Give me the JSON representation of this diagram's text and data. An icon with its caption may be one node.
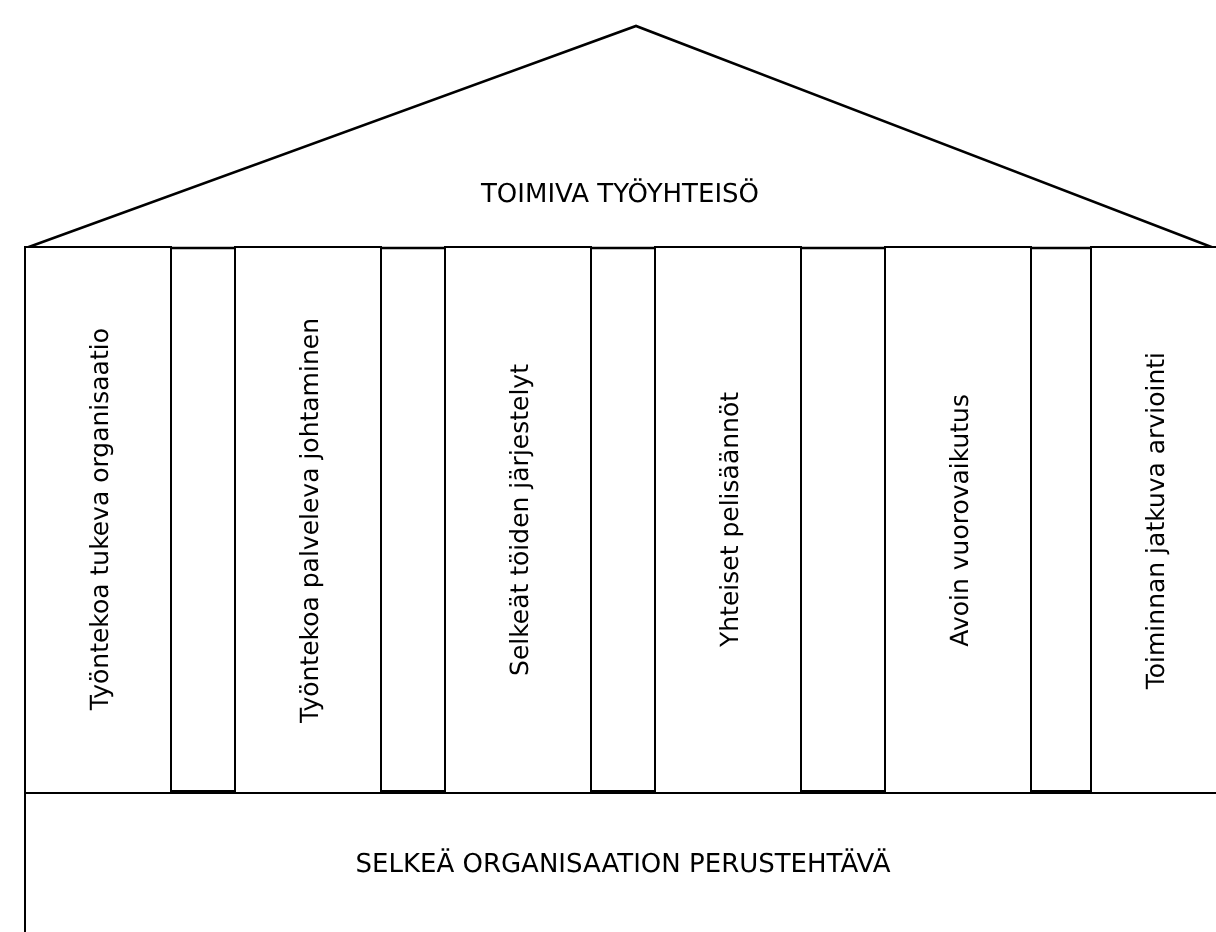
{
  "diagram": {
    "nodes": [
      {
        "text": [
          "TOIMIVA TYÖYHTEISÖ"
        ]
      },
      {
        "text": [
          "Työntekoa tukeva organisaatio"
        ]
      },
      {
        "text": [
          "Työntekoa palveleva johtaminen"
        ]
      },
      {
        "text": [
          "Selkeät töiden järjestelyt"
        ]
      },
      {
        "text": [
          "Yhteiset pelisäännöt"
        ]
      },
      {
        "text": [
          "Avoin vuorovaikutus"
        ]
      },
      {
        "text": [
          "Toiminnan jatkuva arviointi"
        ]
      },
      {
        "text": [
          "SELKEÄ ORGANISAATION PERUSTEHTÄVÄ"
        ]
      }
    ]
  }
}
